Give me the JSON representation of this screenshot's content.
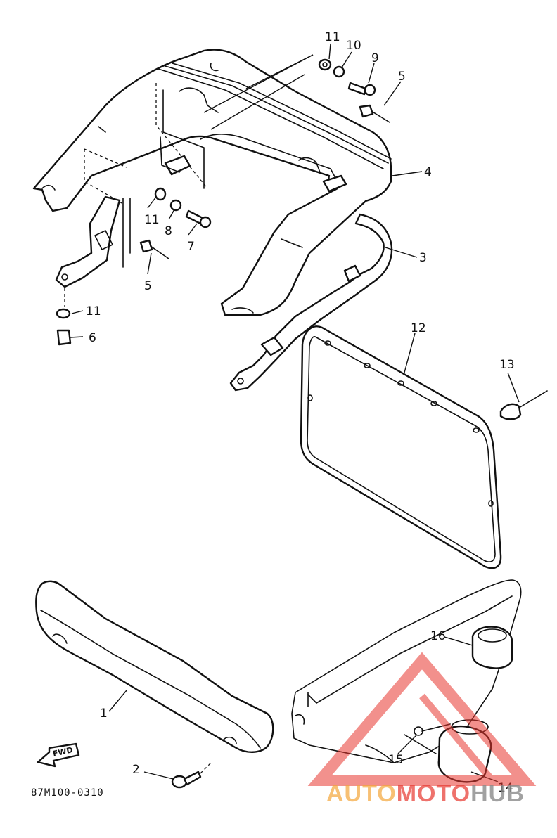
{
  "callouts": [
    {
      "id": "c1",
      "label": "1"
    },
    {
      "id": "c2",
      "label": "2"
    },
    {
      "id": "c3",
      "label": "3"
    },
    {
      "id": "c4",
      "label": "4"
    },
    {
      "id": "c5a",
      "label": "5"
    },
    {
      "id": "c5b",
      "label": "5"
    },
    {
      "id": "c6",
      "label": "6"
    },
    {
      "id": "c7",
      "label": "7"
    },
    {
      "id": "c8",
      "label": "8"
    },
    {
      "id": "c9",
      "label": "9"
    },
    {
      "id": "c10",
      "label": "10"
    },
    {
      "id": "c11a",
      "label": "11"
    },
    {
      "id": "c11b",
      "label": "11"
    },
    {
      "id": "c11c",
      "label": "11"
    },
    {
      "id": "c12",
      "label": "12"
    },
    {
      "id": "c13",
      "label": "13"
    },
    {
      "id": "c14",
      "label": "14"
    },
    {
      "id": "c15",
      "label": "15"
    },
    {
      "id": "c16",
      "label": "16"
    }
  ],
  "diagram_code": "87M100-0310",
  "fwd_label": "FWD",
  "watermark": {
    "part1": "AUTO",
    "part2": "MOTO",
    "part3": "HUB",
    "color1": "#f4a63a",
    "color2": "#e8372f",
    "color3": "#8a8a8a"
  }
}
